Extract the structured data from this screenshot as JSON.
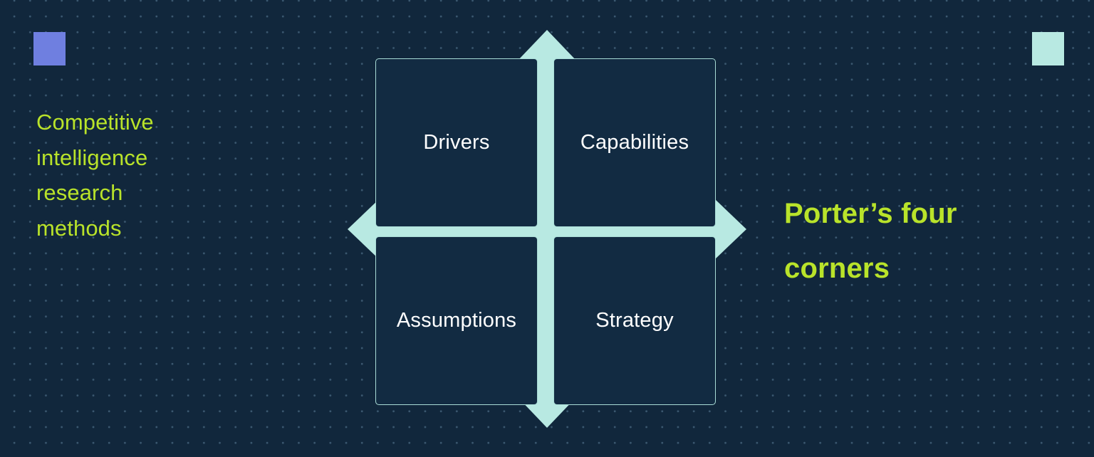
{
  "slide": {
    "background_color": "#11273c",
    "dot_color": "#3b5870",
    "accent_green": "#b9e32a",
    "accent_mint": "#b8e9e2",
    "accent_purple": "#6f7fe0",
    "label_color": "#ffffff"
  },
  "headings": {
    "left": "Competitive\nintelligence\nresearch\nmethods",
    "right": "Porter’s four\ncorners"
  },
  "decorations": {
    "square_left_color": "#6f7fe0",
    "square_right_color": "#b8e9e2"
  },
  "matrix": {
    "quadrants": [
      {
        "id": "drivers",
        "label": "Drivers"
      },
      {
        "id": "capabilities",
        "label": "Capabilities"
      },
      {
        "id": "assumptions",
        "label": "Assumptions"
      },
      {
        "id": "strategy",
        "label": "Strategy"
      }
    ],
    "axis": {
      "shape": "four-headed-arrow-cross",
      "color": "#b8e9e2",
      "arrow_directions": [
        "up",
        "right",
        "down",
        "left"
      ]
    }
  }
}
